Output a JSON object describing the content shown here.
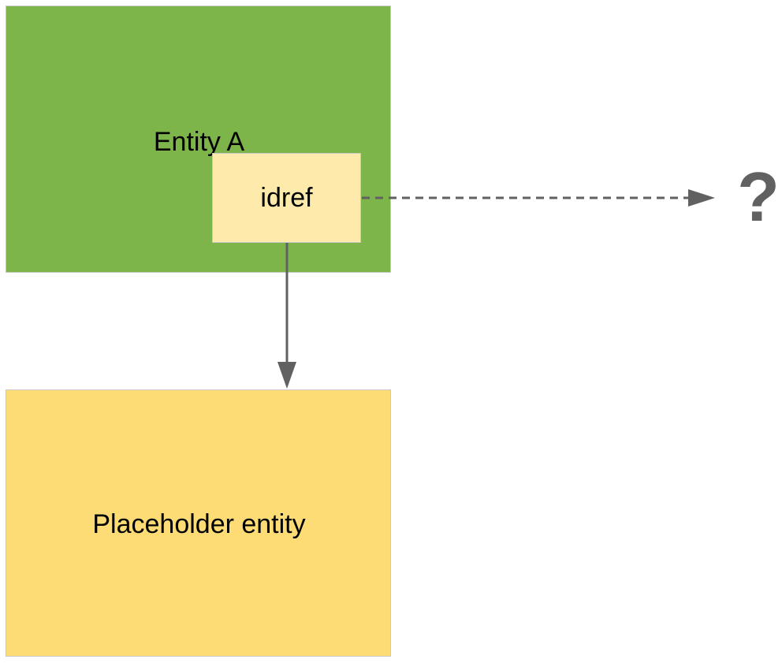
{
  "entities": {
    "entity_a": {
      "label": "Entity A"
    },
    "idref": {
      "label": "idref"
    },
    "placeholder": {
      "label": "Placeholder entity"
    }
  },
  "unresolved": {
    "label": "?"
  },
  "colors": {
    "entity_a_fill": "#7db54a",
    "idref_fill": "#feeaaa",
    "placeholder_fill": "#fddc76",
    "arrow": "#616161",
    "border": "#c9c9c9"
  },
  "edges": [
    {
      "from": "idref",
      "to": "?",
      "style": "dashed"
    },
    {
      "from": "idref",
      "to": "Placeholder entity",
      "style": "solid"
    }
  ]
}
